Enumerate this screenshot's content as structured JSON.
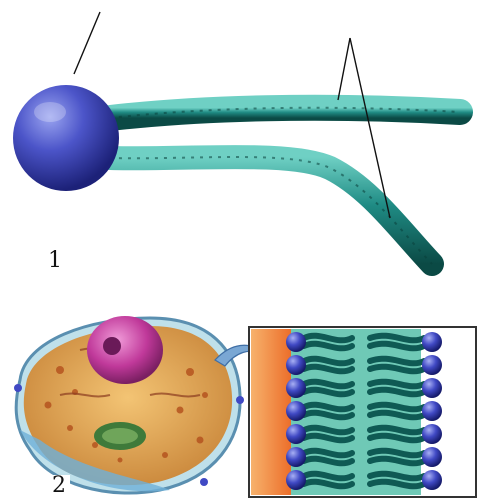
{
  "figure": {
    "label_1": "1",
    "label_2": "2"
  },
  "colors": {
    "head": "#3f48b8",
    "tail": "#1f8b84",
    "membrane_outside": "#f08a3a",
    "membrane_inside": "#6fc9b6",
    "cell_body": "#e8a84a",
    "nucleus": "#c0399a"
  },
  "icons": [
    "phospholipid-molecule",
    "cell-illustration",
    "membrane-bilayer-inset",
    "pointer-arrow"
  ]
}
